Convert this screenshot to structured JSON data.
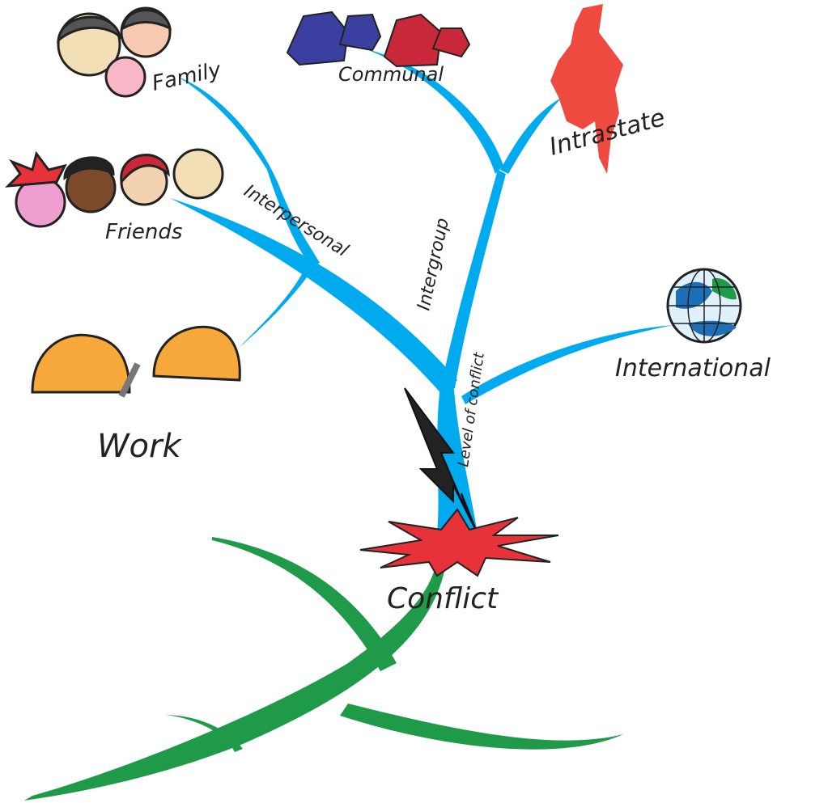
{
  "title": "Conflict",
  "trunk_label": "Level of conflict",
  "branches": {
    "interpersonal": {
      "label": "Interpersonal",
      "leaves": [
        "Family",
        "Friends",
        "Work"
      ]
    },
    "intergroup": {
      "label": "Intergroup",
      "leaves": [
        "Communal",
        "Intrastate"
      ]
    },
    "international": {
      "label": "International"
    }
  },
  "colors": {
    "branch": "#00aaee",
    "root": "#1f9a48",
    "burst": "#e8323a",
    "helmet": "#f7a83a",
    "map": "#ef4a3f"
  }
}
